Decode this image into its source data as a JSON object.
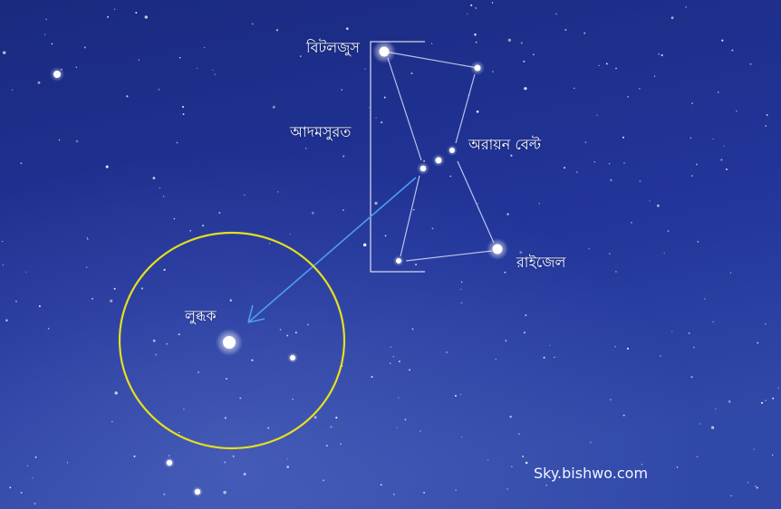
{
  "labels": {
    "betelgeuse": "বিটলজুস",
    "orion": "আদমসুরত",
    "orion_belt": "অরায়ন বেল্ট",
    "rigel": "রাইজেল",
    "sirius": "লুব্ধক"
  },
  "watermark": "Sky.bishwo.com",
  "colors": {
    "sky_top": "#1a2a80",
    "sky_bottom": "#2f46a8",
    "constellation_line": "#c9d3f5",
    "bracket": "#ffffff",
    "pointer_arrow": "#4f9cf2",
    "highlight_circle": "#e6df1e"
  }
}
